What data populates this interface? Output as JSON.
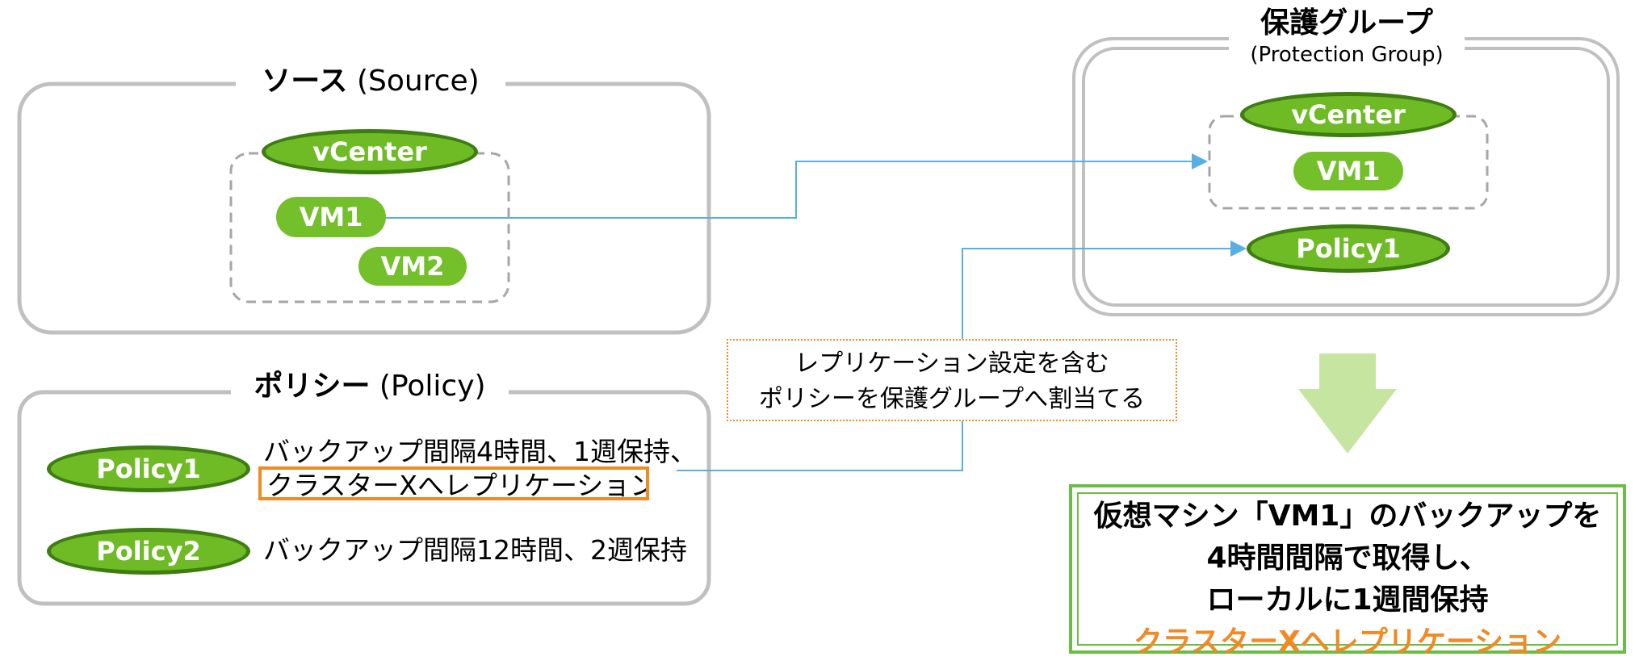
{
  "source": {
    "title_ja": "ソース",
    "title_en": "(Source)",
    "vcenter": "vCenter",
    "vm1": "VM1",
    "vm2": "VM2"
  },
  "protection_group": {
    "title_ja": "保護グループ",
    "title_en": "(Protection Group)",
    "vcenter": "vCenter",
    "vm1": "VM1",
    "policy": "Policy1"
  },
  "policy_panel": {
    "title_ja": "ポリシー",
    "title_en": "(Policy)",
    "policy1": {
      "label": "Policy1",
      "desc_line1": "バックアップ間隔4時間、1週保持、",
      "desc_line2": "クラスターXへレプリケーション"
    },
    "policy2": {
      "label": "Policy2",
      "desc": "バックアップ間隔12時間、2週保持"
    }
  },
  "callout": {
    "line1": "レプリケーション設定を含む",
    "line2": "ポリシーを保護グループへ割当てる"
  },
  "result": {
    "line1": "仮想マシン「VM1」のバックアップを",
    "line2": "4時間間隔で取得し、",
    "line3": "ローカルに1週間保持",
    "line4": "クラスターXへレプリケーション"
  },
  "colors": {
    "green_fill": "#6fbb25",
    "green_border": "#3d7d12",
    "arrow_blue": "#5aaee0",
    "orange": "#f08a24",
    "down_arrow": "#c6e5a0",
    "panel_border": "#c0c0c0"
  }
}
